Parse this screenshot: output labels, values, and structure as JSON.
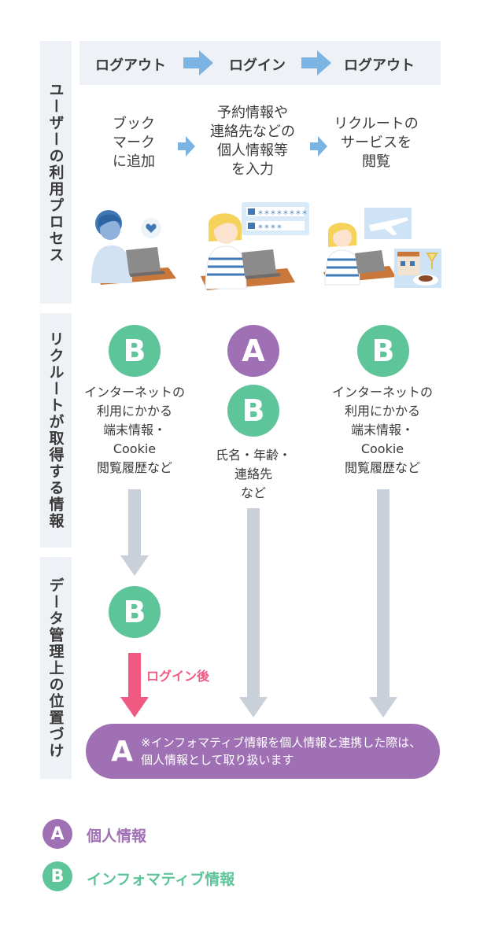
{
  "colors": {
    "green": "#5ec49a",
    "purple": "#a070b5",
    "pink": "#f05a82",
    "gray_arrow": "#c9d0da",
    "blue_arrow": "#7bb4e3",
    "panel": "#eef1f5"
  },
  "side_labels": {
    "process": "ユーザーの利用プロセス",
    "acquired": "リクルートが取得する情報",
    "data_position": "データ管理上の位置づけ"
  },
  "top_steps": [
    "ログアウト",
    "ログイン",
    "ログアウト"
  ],
  "actions": [
    "ブック\nマーク\nに追加",
    "予約情報や\n連絡先などの\n個人情報等\nを入力",
    "リクルートの\nサービスを\n閲覧"
  ],
  "form_mask": {
    "line1": "＊＊＊＊＊＊＊＊",
    "line2": "＊＊＊＊"
  },
  "badges": {
    "a": "A",
    "b": "B"
  },
  "col1_info": "インターネットの\n利用にかかる\n端末情報・\nCookie\n閲覧履歴など",
  "col2_info": "氏名・年齢・\n連絡先\nなど",
  "col3_info": "インターネットの\n利用にかかる\n端末情報・\nCookie\n閲覧履歴など",
  "after_login": "ログイン後",
  "note": "※インフォマティブ情報を個人情報と連携した際は、個人情報として取り扱います",
  "legend": [
    {
      "badge": "A",
      "label": "個人情報"
    },
    {
      "badge": "B",
      "label": "インフォマティブ情報"
    }
  ],
  "icons": [
    "heart-icon",
    "airplane-icon",
    "building-icon",
    "food-icon",
    "laptop-icon"
  ]
}
